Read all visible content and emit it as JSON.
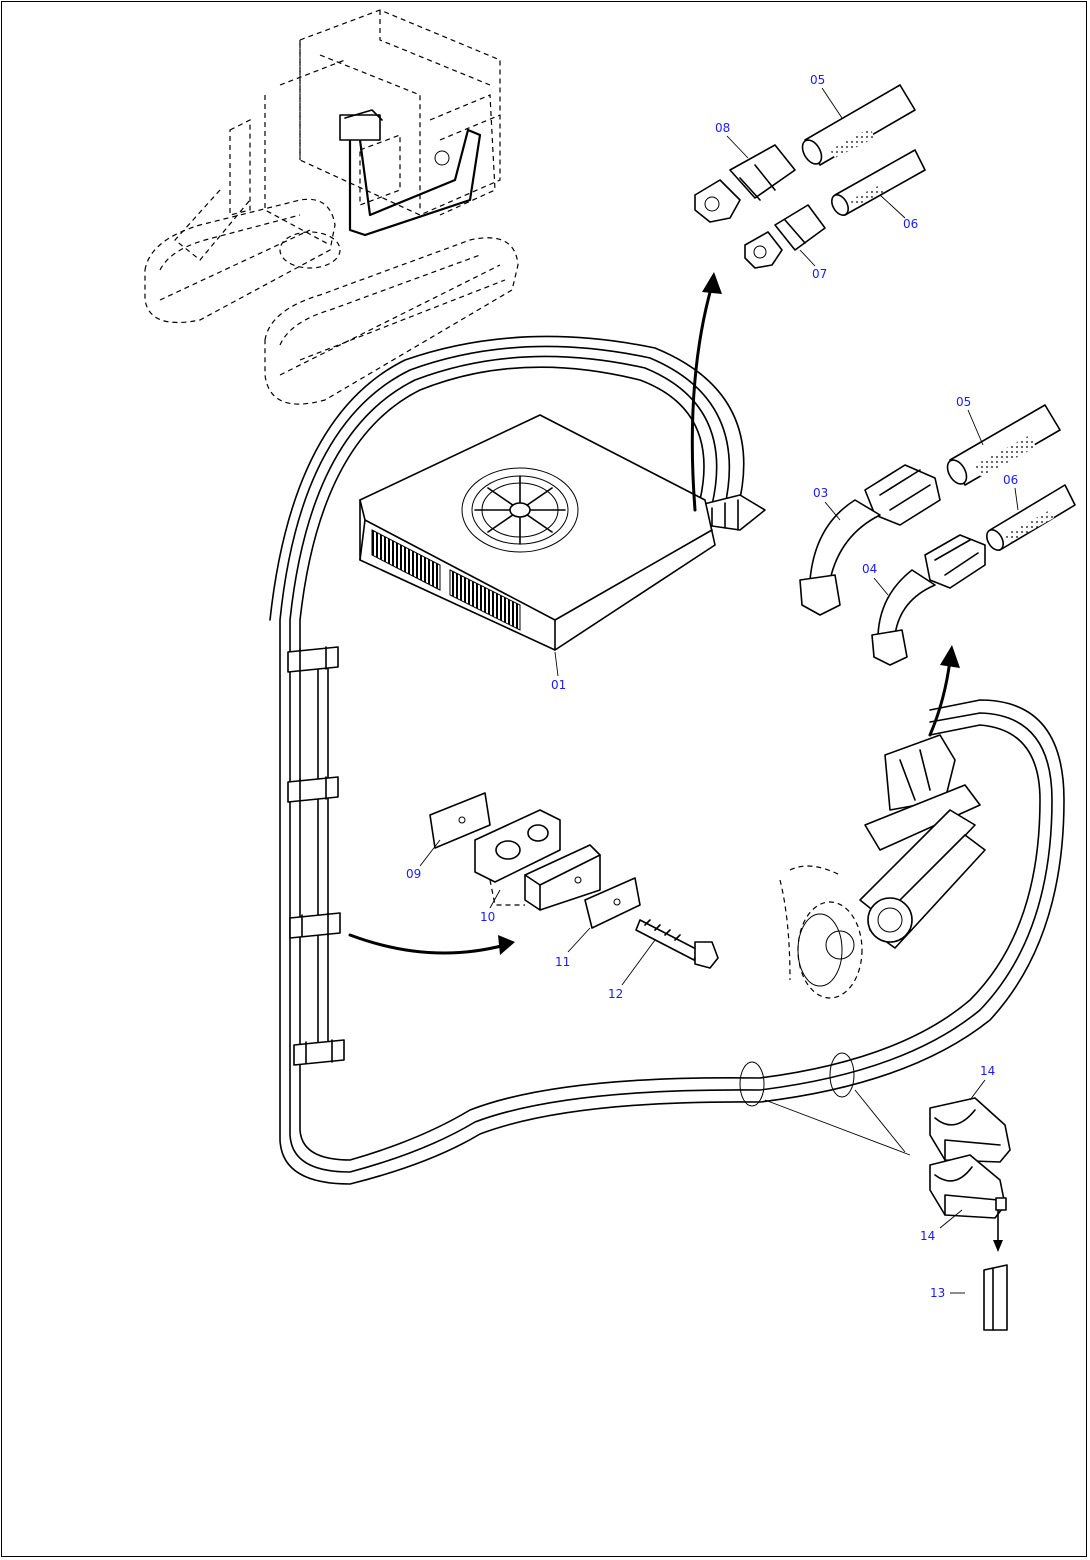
{
  "callouts": {
    "p01": "01",
    "p03": "03",
    "p04": "04",
    "p05a": "05",
    "p05b": "05",
    "p06a": "06",
    "p06b": "06",
    "p07": "07",
    "p08": "08",
    "p09": "09",
    "p10": "10",
    "p11": "11",
    "p12": "12",
    "p13": "13",
    "p14a": "14",
    "p14b": "14"
  },
  "colors": {
    "callout": "#1a1aff",
    "line": "#000000"
  }
}
